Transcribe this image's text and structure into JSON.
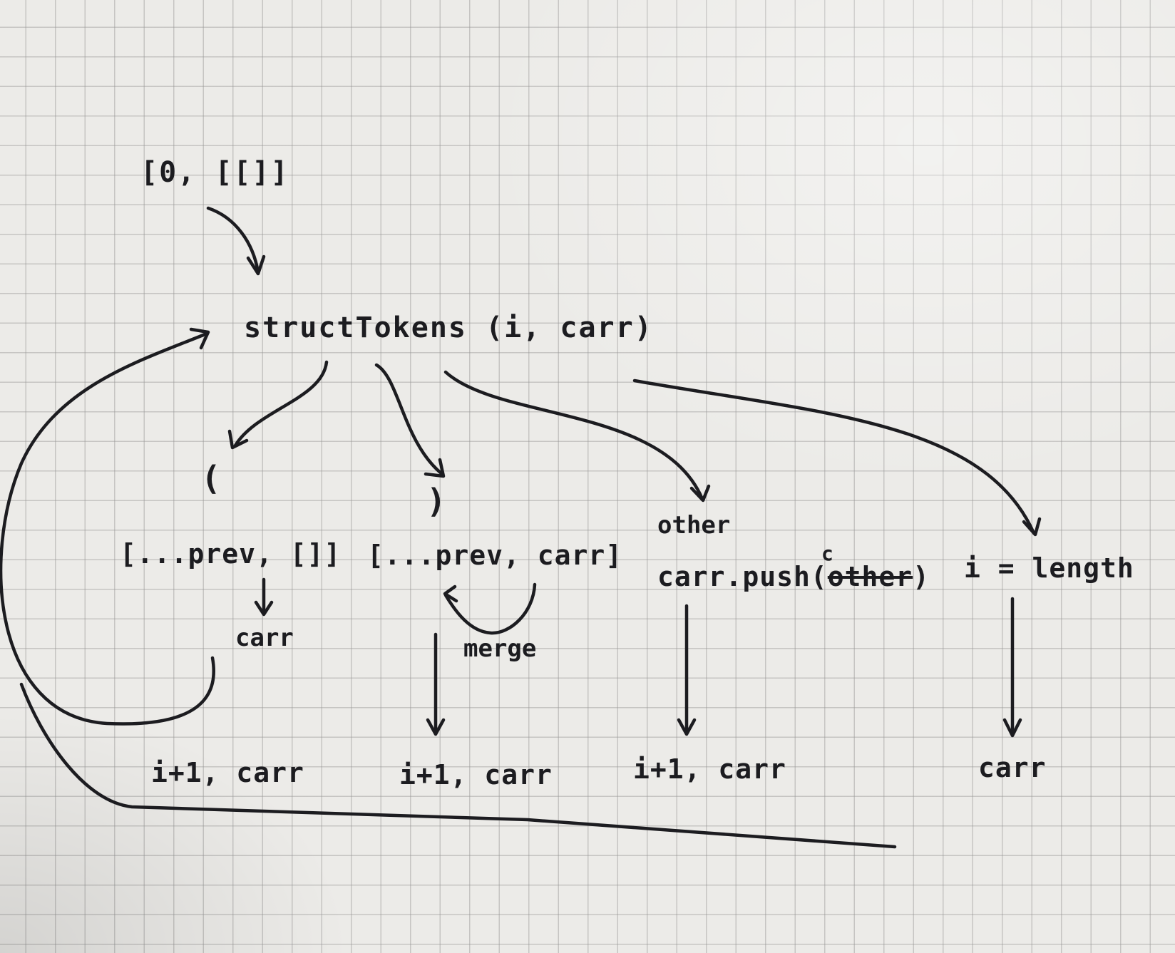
{
  "diagram": {
    "initial_call": "[0, [[]]",
    "function_call": "structTokens (i, carr)",
    "branches": [
      {
        "case": "(",
        "value": "[...prev, []]",
        "next": "carr",
        "recurse": "i+1, carr"
      },
      {
        "case": ")",
        "value": "[...prev, carr]",
        "merge_label": "merge",
        "recurse": "i+1, carr"
      },
      {
        "case": "other",
        "action_prefix": "carr.push(",
        "action_struck": "other",
        "action_insert": "c",
        "action_suffix": ")",
        "recurse": "i+1, carr"
      },
      {
        "case": "i = length",
        "result": "carr"
      }
    ]
  }
}
